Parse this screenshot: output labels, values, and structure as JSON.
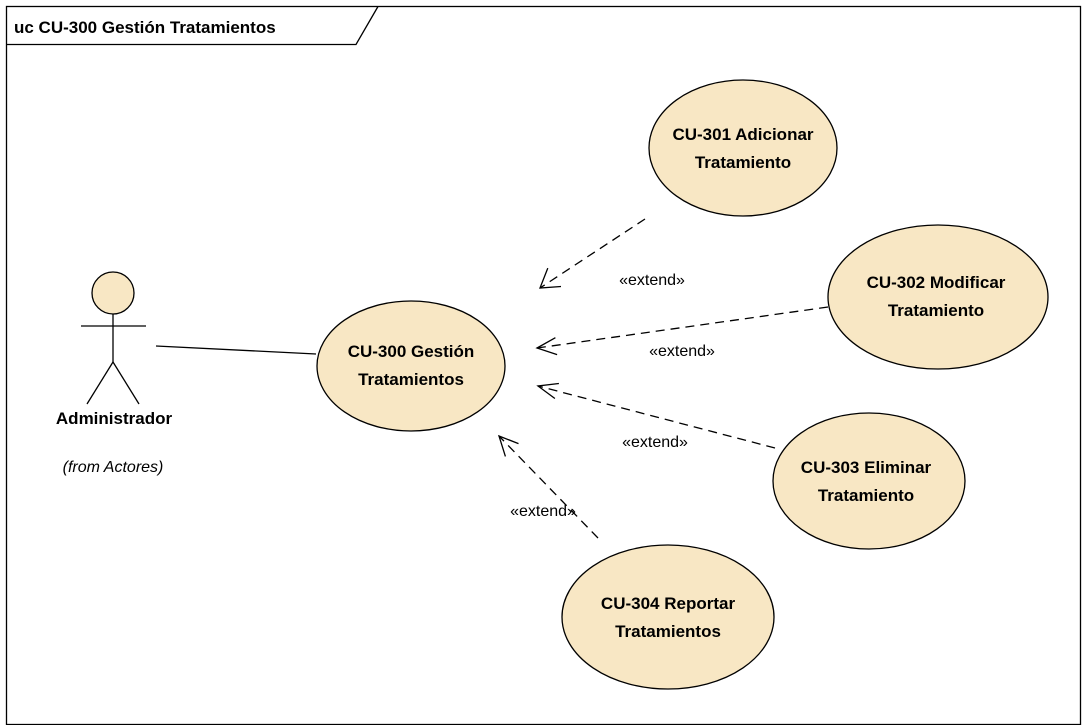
{
  "frame": {
    "title": "uc CU-300 Gestión Tratamientos"
  },
  "actor": {
    "name": "Administrador",
    "from": "(from Actores)"
  },
  "colors": {
    "usecase_fill": "#f8e7c4",
    "stroke": "#000000",
    "background": "#ffffff"
  },
  "use_cases": {
    "main": {
      "line1": "CU-300 Gestión",
      "line2": "Tratamientos"
    },
    "uc301": {
      "line1": "CU-301 Adicionar",
      "line2": "Tratamiento"
    },
    "uc302": {
      "line1": "CU-302 Modificar",
      "line2": "Tratamiento"
    },
    "uc303": {
      "line1": "CU-303 Eliminar",
      "line2": "Tratamiento"
    },
    "uc304": {
      "line1": "CU-304 Reportar",
      "line2": "Tratamientos"
    }
  },
  "relations": {
    "ext301": "«extend»",
    "ext302": "«extend»",
    "ext303": "«extend»",
    "ext304": "«extend»"
  }
}
